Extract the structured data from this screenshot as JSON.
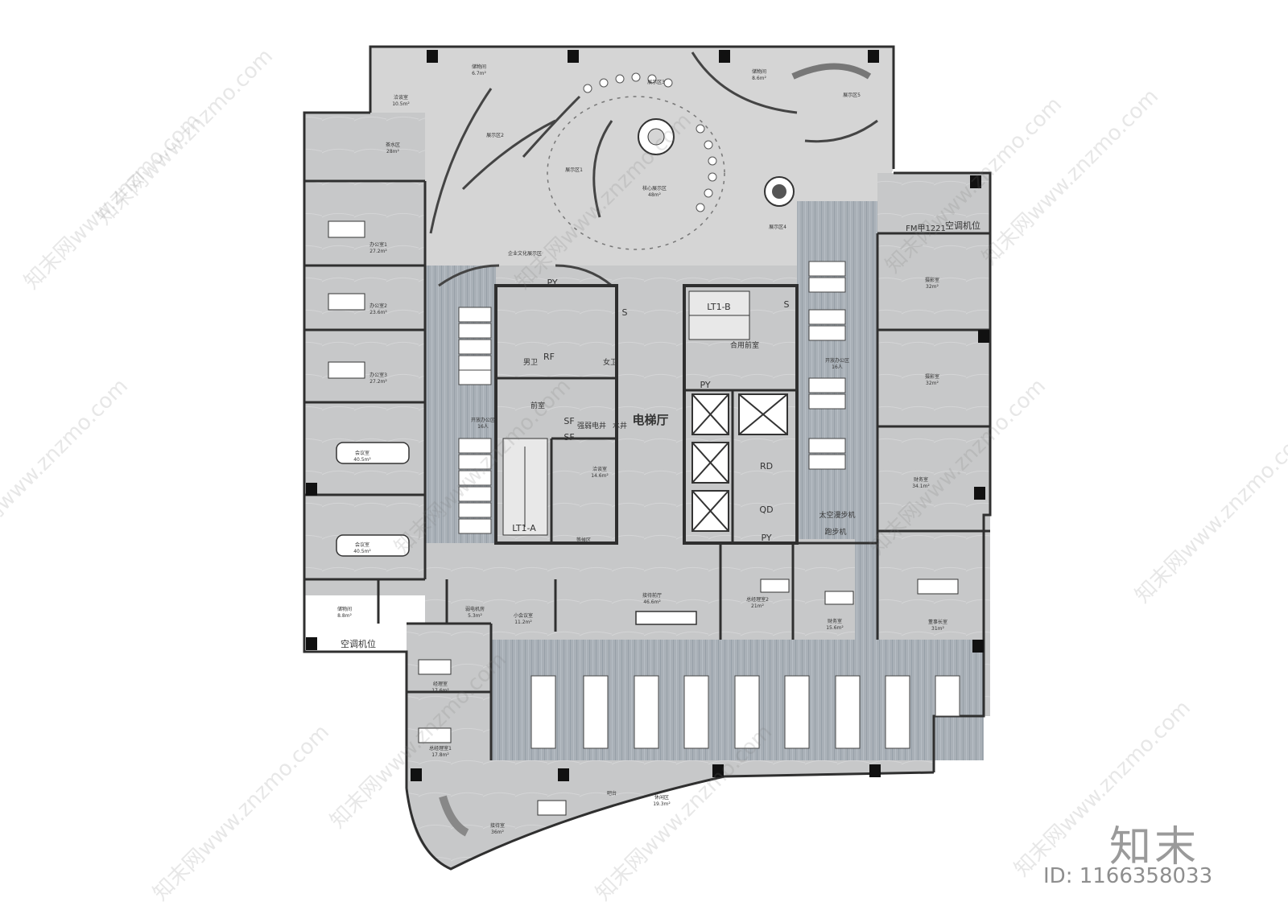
{
  "rooms": {
    "meeting_small_top": {
      "name": "洽谈室",
      "area": "10.5m²"
    },
    "storage_1": {
      "name": "储物间",
      "area": "6.7m²"
    },
    "storage_2": {
      "name": "储物间",
      "area": "8.6m²"
    },
    "tea": {
      "name": "茶水区",
      "area": "28m²"
    },
    "display_1": {
      "name": "展示区1"
    },
    "display_2": {
      "name": "展示区2"
    },
    "display_3": {
      "name": "展示区3"
    },
    "display_4": {
      "name": "展示区4"
    },
    "display_5": {
      "name": "展示区5"
    },
    "core_display": {
      "name": "核心展示区",
      "area": "48m²"
    },
    "culture_display": {
      "name": "企业文化展示区"
    },
    "ac_top": {
      "name": "空调机位"
    },
    "fm": {
      "name": "FM甲1221"
    },
    "office_1": {
      "name": "办公室1",
      "area": "27.2m²"
    },
    "office_2": {
      "name": "办公室2",
      "area": "23.6m²"
    },
    "office_3": {
      "name": "办公室3",
      "area": "27.2m²"
    },
    "conf_1": {
      "name": "会议室",
      "area": "40.5m²"
    },
    "conf_2": {
      "name": "会议室",
      "area": "40.5m²"
    },
    "open_office_west": {
      "name": "开放办公区",
      "area": "16人"
    },
    "open_office_east": {
      "name": "开放办公区",
      "area": "16人"
    },
    "male_wc": {
      "name": "男卫"
    },
    "female_wc": {
      "name": "女卫"
    },
    "front_room": {
      "name": "前室"
    },
    "shared_front": {
      "name": "合用前室"
    },
    "strong_weak": {
      "name": "强弱电井"
    },
    "water": {
      "name": "水井"
    },
    "nego_room": {
      "name": "洽谈室",
      "area": "14.6m²"
    },
    "waiting": {
      "name": "等候区"
    },
    "elevator_hall": {
      "name": "电梯厅"
    },
    "photo_1": {
      "name": "摄影室",
      "area": "32m²"
    },
    "photo_2": {
      "name": "摄影室",
      "area": "32m²"
    },
    "finance_big": {
      "name": "财务室",
      "area": "34.1m²"
    },
    "space_walker": {
      "name": "太空漫步机"
    },
    "treadmill": {
      "name": "跑步机"
    },
    "storage_w": {
      "name": "储物间",
      "area": "8.8m²"
    },
    "ac_bottom": {
      "name": "空调机位"
    },
    "weak_room": {
      "name": "弱电机房",
      "area": "5.3m²"
    },
    "small_conf": {
      "name": "小会议室",
      "area": "11.2m²"
    },
    "reception": {
      "name": "接待前厅",
      "area": "46.6m²"
    },
    "gm_office_2": {
      "name": "总经理室2",
      "area": "21m²"
    },
    "finance_small": {
      "name": "财务室",
      "area": "15.6m²"
    },
    "chairman": {
      "name": "董事长室",
      "area": "31m²"
    },
    "manager": {
      "name": "经理室",
      "area": "17.6m²"
    },
    "gm_office_1": {
      "name": "总经理室1",
      "area": "17.8m²"
    },
    "bar": {
      "name": "吧台"
    },
    "lounge": {
      "name": "休闲区",
      "area": "19.3m²"
    },
    "reception_room": {
      "name": "接待室",
      "area": "36m²"
    }
  },
  "equipment": {
    "lt1a": "LT1-A",
    "lt1b": "LT1-B",
    "py1": "PY",
    "py2": "PY",
    "py3": "PY",
    "rf": "RF",
    "sf1": "SF",
    "sf2": "SF",
    "rd": "RD",
    "qd": "QD",
    "s1": "S",
    "s2": "S"
  },
  "watermark": {
    "text": "知末网www.znzmo.com"
  },
  "brand": {
    "logo": "知末",
    "id": "ID: 1166358033"
  },
  "colors": {
    "floor_stone": "#c9cacb",
    "floor_light": "#d9d9d9",
    "carpet": "#a7aeb5",
    "wall": "#333333",
    "column": "#111111"
  }
}
